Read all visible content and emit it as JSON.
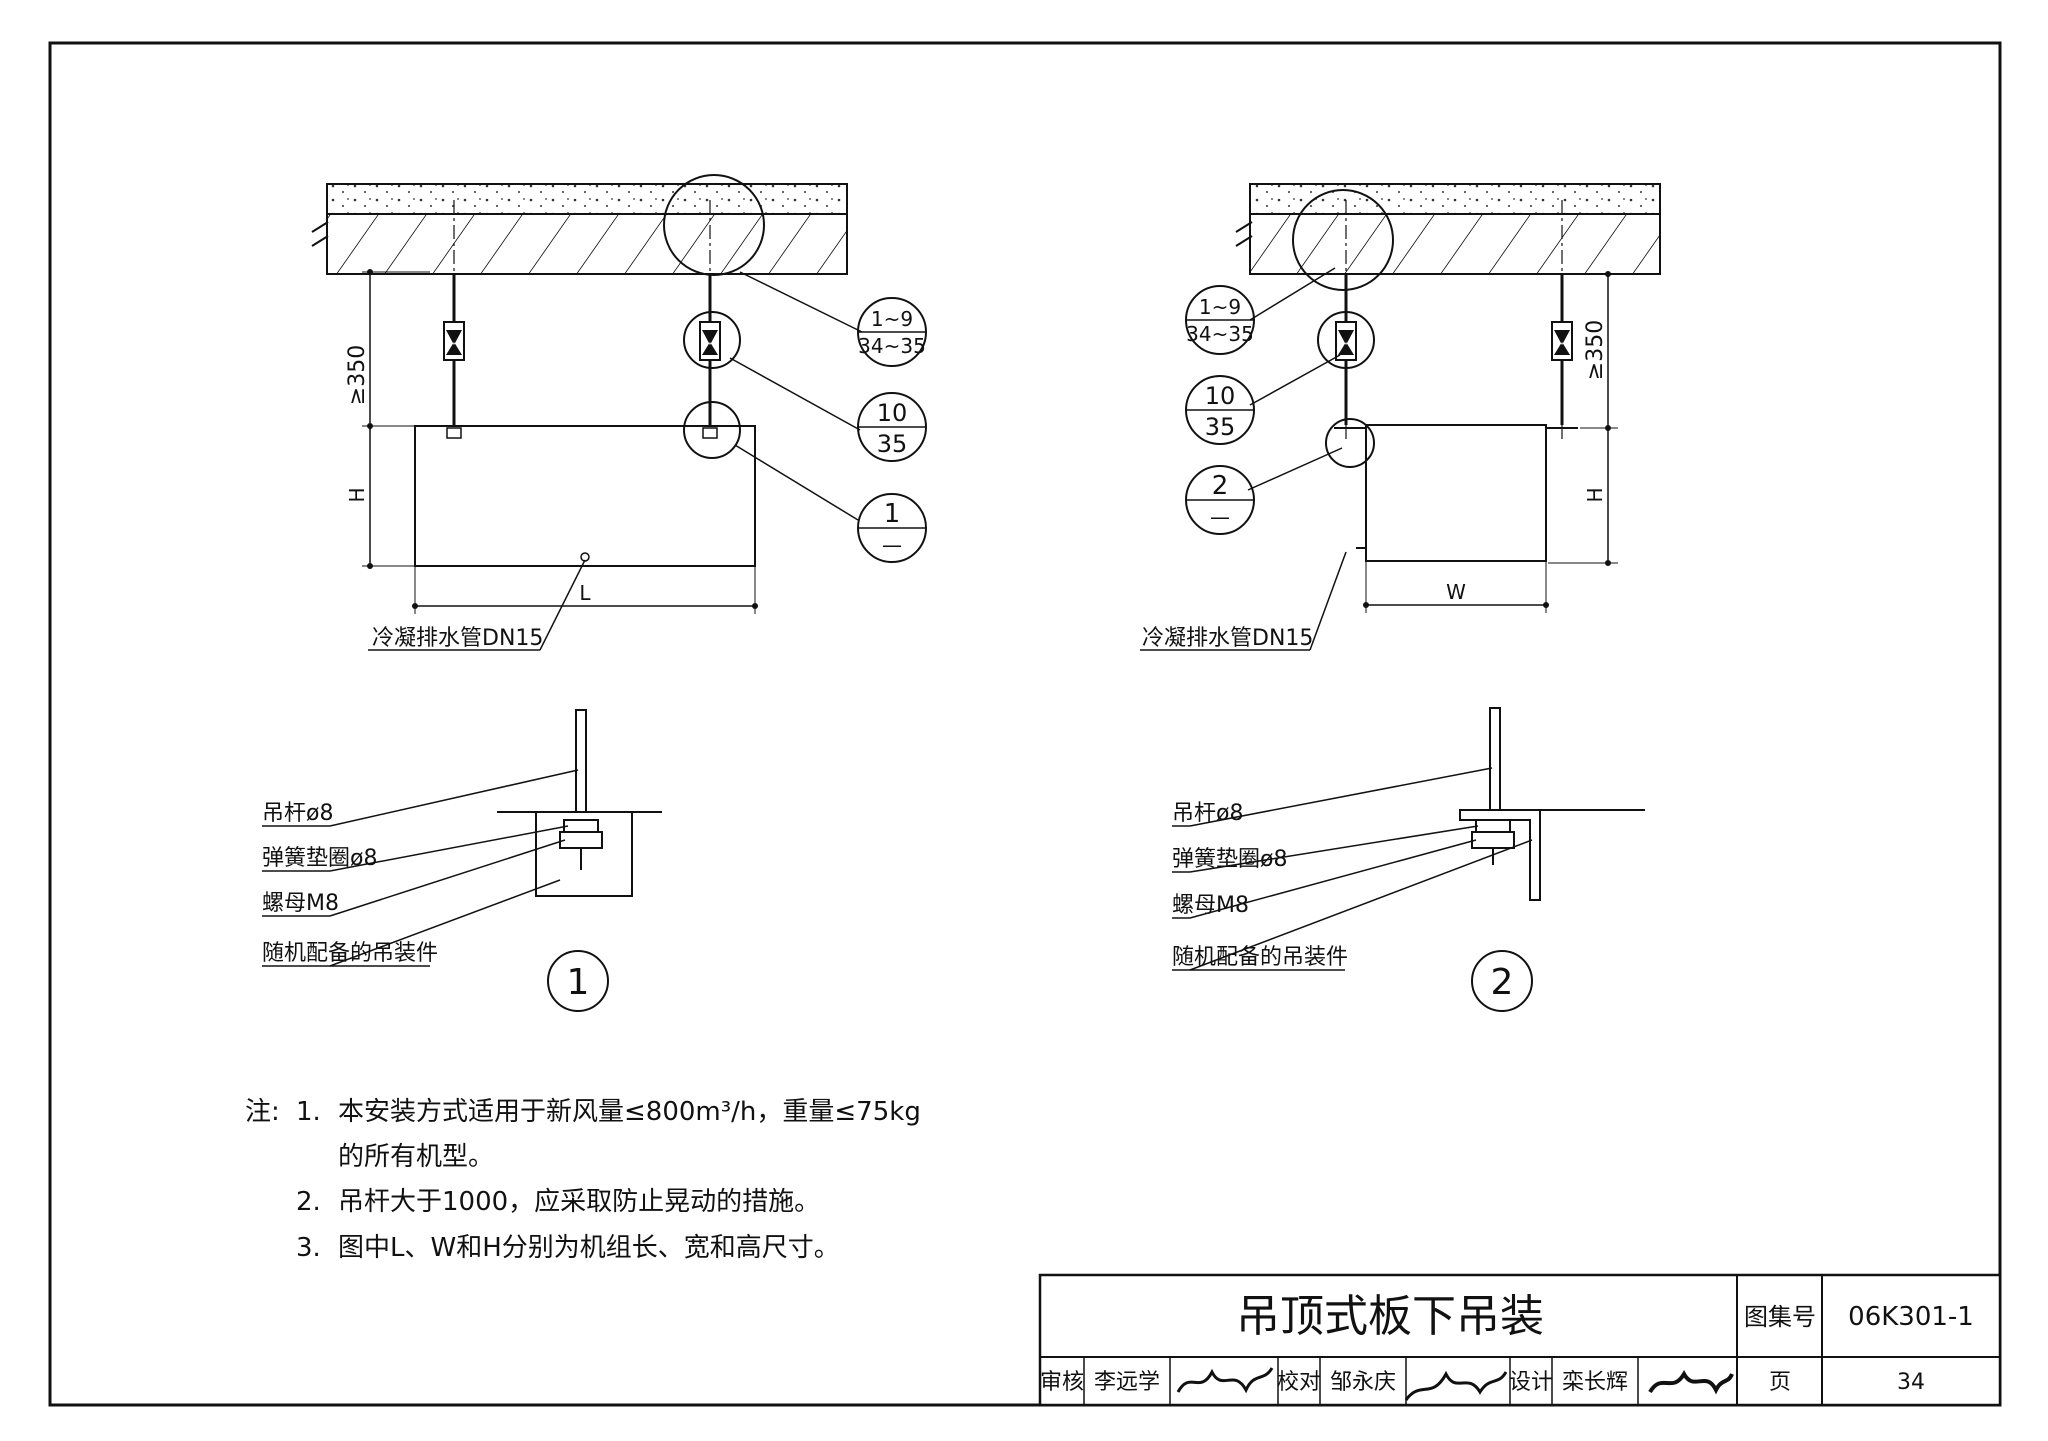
{
  "views": {
    "left": {
      "min_height": "≥350",
      "dim_h": "H",
      "dim_l": "L",
      "ref_a_top": "1~9",
      "ref_a_bottom": "34~35",
      "ref_b_top": "10",
      "ref_b_bottom": "35",
      "ref_c_top": "1",
      "ref_c_bottom": "—",
      "drain_label": "冷凝排水管DN15"
    },
    "right": {
      "min_height": "≥350",
      "dim_h": "H",
      "dim_w": "W",
      "ref_a_top": "1~9",
      "ref_a_bottom": "34~35",
      "ref_b_top": "10",
      "ref_b_bottom": "35",
      "ref_c_top": "2",
      "ref_c_bottom": "—",
      "drain_label": "冷凝排水管DN15"
    }
  },
  "details": {
    "d1": {
      "number": "1",
      "labels": [
        "吊杆ø8",
        "弹簧垫圈ø8",
        "螺母M8",
        "随机配备的吊装件"
      ]
    },
    "d2": {
      "number": "2",
      "labels": [
        "吊杆ø8",
        "弹簧垫圈ø8",
        "螺母M8",
        "随机配备的吊装件"
      ]
    }
  },
  "notes": {
    "prefix": "注:",
    "items": [
      {
        "num": "1.",
        "text": "本安装方式适用于新风量≤800m³/h，重量≤75kg"
      },
      {
        "num": "",
        "text": "的所有机型。"
      },
      {
        "num": "2.",
        "text": "吊杆大于1000，应采取防止晃动的措施。"
      },
      {
        "num": "3.",
        "text": "图中L、W和H分别为机组长、宽和高尺寸。"
      }
    ]
  },
  "title_block": {
    "title": "吊顶式板下吊装",
    "atlas_label": "图集号",
    "atlas_no": "06K301-1",
    "review_label": "审核",
    "reviewer": "李远学",
    "check_label": "校对",
    "checker": "邹永庆",
    "design_label": "设计",
    "designer": "栾长辉",
    "page_label": "页",
    "page_no": "34"
  }
}
